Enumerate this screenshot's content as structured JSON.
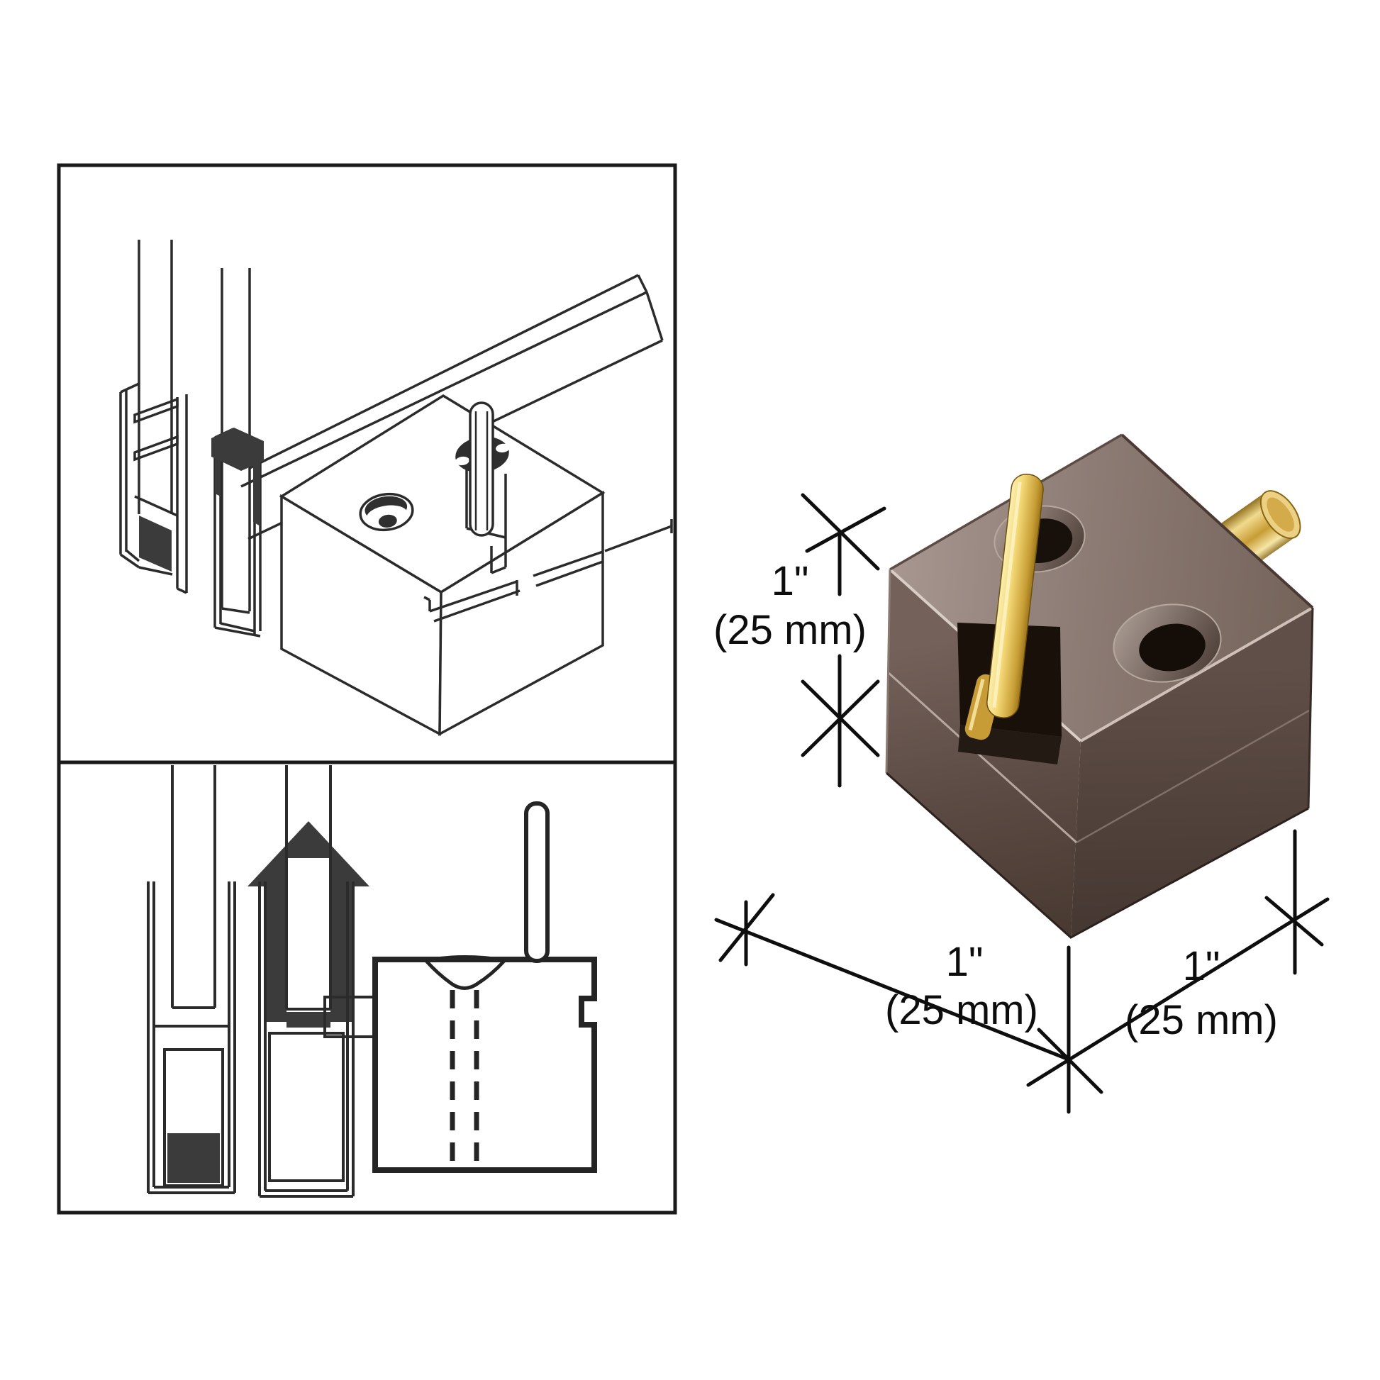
{
  "canvas": {
    "background": "#ffffff"
  },
  "diagrams": {
    "top": {
      "name": "isometric installation detail"
    },
    "bottom": {
      "name": "front section installation detail"
    }
  },
  "product": {
    "name": "dark bronze corner block with brass locating pins",
    "colors": {
      "body_top": "#8d7c75",
      "body_left": "#5f4e47",
      "body_right": "#50403a",
      "brass_light": "#f3d876",
      "brass_dark": "#8a6410",
      "hole_dark": "#17100b",
      "line_art": "#2b2b2b",
      "dimension_lines": "#0e0e0e"
    },
    "dimensions": {
      "height": {
        "inches": "1\"",
        "metric": "(25 mm)"
      },
      "depth": {
        "inches": "1\"",
        "metric": "(25 mm)"
      },
      "width": {
        "inches": "1\"",
        "metric": "(25 mm)"
      }
    }
  }
}
